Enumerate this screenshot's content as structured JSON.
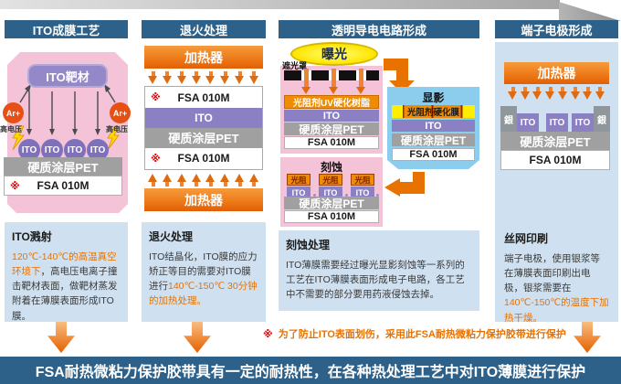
{
  "colors": {
    "header_navy": "#2d6189",
    "accent_orange": "#e87200",
    "panel_blue": "#cfe1f0",
    "process_pink": "#f4c3d7",
    "develop_blue": "#8cccec",
    "layer_purple": "#8c80c4",
    "layer_gray": "#a0a0a0",
    "highlight_red": "#e00000",
    "mask_yellow": "#ffee00"
  },
  "headers": {
    "step1": "ITO成膜工艺",
    "step2": "退火处理",
    "step3": "透明导电电路形成",
    "step4": "端子电极形成"
  },
  "common": {
    "ito": "ITO",
    "pet_layer": "硬质涂层PET",
    "film": "FSA 010M",
    "heater": "加热器",
    "ref_mark": "※",
    "silver": "銀",
    "resist_short": "光阻"
  },
  "sputter": {
    "target": "ITO靶材",
    "ion": "Ar+",
    "high_voltage": "高电压",
    "desc_title": "ITO溅射",
    "desc_highlight": "120℃-140℃的高温真空环境下",
    "desc_body": "，高电压电离子撞击靶材表面，做靶材蒸发附着在薄膜表面形成ITO膜。"
  },
  "anneal": {
    "desc_title": "退火处理",
    "desc_body": "ITO结晶化，ITO膜的应力矫正等目的需要对ITO膜进行",
    "desc_highlight": "140℃-150℃ 30分钟的加热处理。"
  },
  "circuit": {
    "exposure": "曝光",
    "mask_label": "遮光罩",
    "uv_resist": "光阻剂UV硬化树脂",
    "develop": "显影",
    "cured_resist": "光阻剂硬化膜",
    "etch": "刻蚀",
    "desc_title": "刻蚀处理",
    "desc_body": "ITO薄膜需要经过曝光显影刻蚀等一系列的工艺在ITO薄膜表面形成电子电路，各工艺中不需要的部分要用药液侵蚀去掉。"
  },
  "terminal": {
    "desc_title": "丝网印刷",
    "desc_body": "端子电极，使用银浆等在薄膜表面印刷出电极，银浆需要在",
    "desc_highlight": "140℃-150℃的温度下加热干燥。"
  },
  "note": {
    "mark": "※",
    "text": "为了防止ITO表面划伤，采用此FSA耐热微粘力保护胶带进行保护"
  },
  "footer": {
    "text": "FSA耐热微粘力保护胶带具有一定的耐热性，在各种热处理工艺中对ITO薄膜进行保护"
  }
}
